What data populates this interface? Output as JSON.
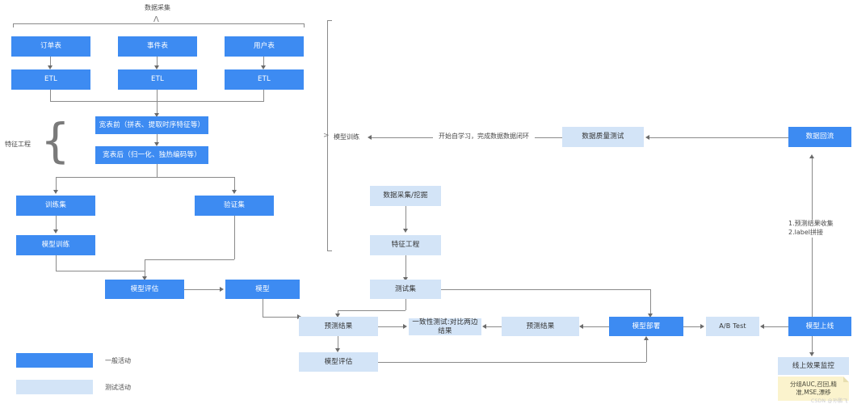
{
  "diagram": {
    "title_labels": {
      "data_collection": "数据采集",
      "feature_engineering": "特征工程",
      "model_training": "模型训练"
    },
    "edge_labels": {
      "self_learning": "开始自学习，完成数据数据闭环",
      "backflow_steps": "1.预测结果收集\n2.label拼接"
    },
    "nodes": {
      "order_table": "订单表",
      "event_table": "事件表",
      "user_table": "用户表",
      "etl_1": "ETL",
      "etl_2": "ETL",
      "etl_3": "ETL",
      "wide_table_before": "宽表前（拼表、提取时序特征等）",
      "wide_table_after": "宽表后（归一化、独热编码等）",
      "train_set": "训练集",
      "valid_set": "验证集",
      "model_train": "模型训练",
      "model_eval_left": "模型评估",
      "model": "模型",
      "data_quality_test": "数据质量测试",
      "data_backflow": "数据回流",
      "data_collect_mining": "数据采集/挖掘",
      "feature_engineering_box": "特征工程",
      "test_set": "测试集",
      "predict_result_left": "预测结果",
      "consistency_test": "一致性测试:对比两边结果",
      "predict_result_right": "预测结果",
      "model_deploy": "模型部署",
      "ab_test": "A/B Test",
      "model_online": "模型上线",
      "online_monitor": "线上效果监控",
      "model_eval_bottom": "模型评估"
    },
    "sticky_note": "分组AUC,召回,精准,MSE,漂移",
    "legend": [
      {
        "label": "一般活动",
        "color": "#3d8bf2"
      },
      {
        "label": "测试活动",
        "color": "#d3e4f7"
      }
    ],
    "watermark": "CSDN @孙鹏飞",
    "colors": {
      "primary": "#3d8bf2",
      "test": "#d3e4f7",
      "note": "#fbf3cd",
      "line": "#8a8a8a",
      "text": "#4a4a4a"
    }
  }
}
